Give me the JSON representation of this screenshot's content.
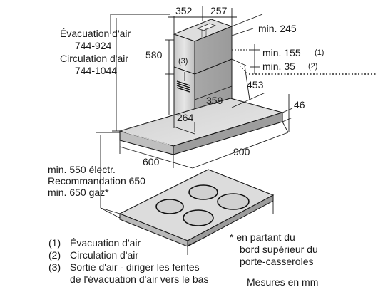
{
  "dimensions": {
    "chimney_width": "352",
    "chimney_depth": "257",
    "min_top": "min. 245",
    "chimney_height": "580",
    "ceiling_gap": "453",
    "duct_width": "359",
    "duct_depth": "264",
    "hood_thickness": "46",
    "hood_depth": "600",
    "hood_width": "900"
  },
  "exhaust_label": {
    "line1": "Évacuation d'air",
    "line2": "744-924",
    "line3": "Circulation d'air",
    "line4": "744-1044"
  },
  "recirc_mins": {
    "min155": "min. 155",
    "min155_ref": "(1)",
    "min35": "min. 35",
    "min35_ref": "(2)"
  },
  "callout3": "(3)",
  "clearance": {
    "line1": "min. 550 électr.",
    "line2": "Recommandation 650",
    "line3": "min. 650 gaz*"
  },
  "footnote": {
    "line1": "* en partant du",
    "line2": "bord supérieur du",
    "line3": "porte-casseroles"
  },
  "legend": [
    {
      "num": "(1)",
      "text": "Évacuation d'air"
    },
    {
      "num": "(2)",
      "text": "Circulation d'air"
    },
    {
      "num": "(3)",
      "text": "Sortie d'air - diriger les fentes"
    },
    {
      "num": "",
      "text": "de l'évacuation d'air vers le bas"
    }
  ],
  "units": "Mesures en mm"
}
